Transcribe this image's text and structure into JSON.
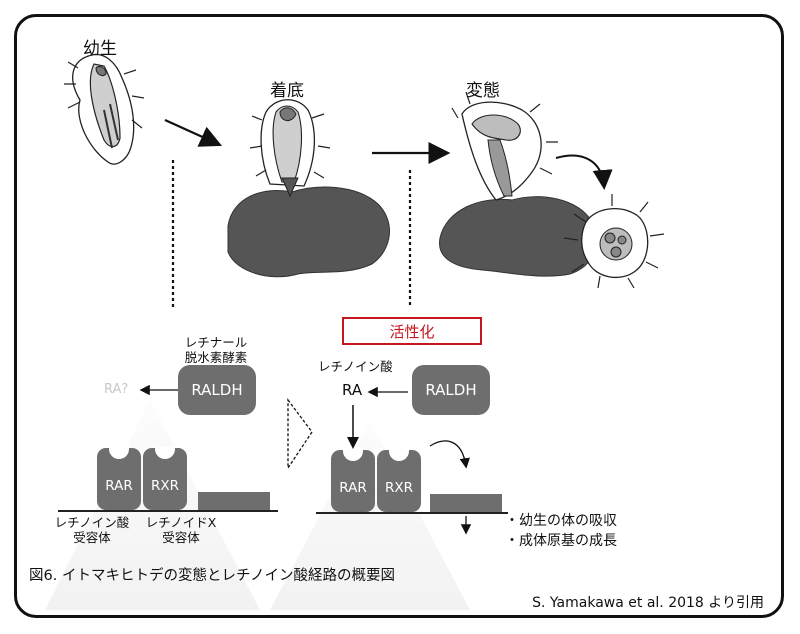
{
  "stages": {
    "larva": "幼生",
    "settlement": "着底",
    "metamorphosis": "変態"
  },
  "left_panel": {
    "enzyme_substrate": "レチナール",
    "enzyme_name": "脱水素酵素",
    "raldh": "RALDH",
    "ra_faded": "RA?",
    "rar": "RAR",
    "rxr": "RXR",
    "rar_label_line1": "レチノイン酸",
    "rar_label_line2": "受容体",
    "rxr_label_line1": "レチノイドX",
    "rxr_label_line2": "受容体"
  },
  "right_panel": {
    "activation": "活性化",
    "retinoic_acid": "レチノイン酸",
    "ra": "RA",
    "raldh": "RALDH",
    "rar": "RAR",
    "rxr": "RXR",
    "outcome1": "・幼生の体の吸収",
    "outcome2": "・成体原基の成長"
  },
  "caption": "図6. イトマキヒトデの変態とレチノイン酸経路の概要図",
  "citation": "S. Yamakawa et al. 2018 より引用",
  "colors": {
    "frame": "#111111",
    "component_gray": "#6e6e6e",
    "activation_red": "#c8161d",
    "faded": "#c8c8c8"
  }
}
